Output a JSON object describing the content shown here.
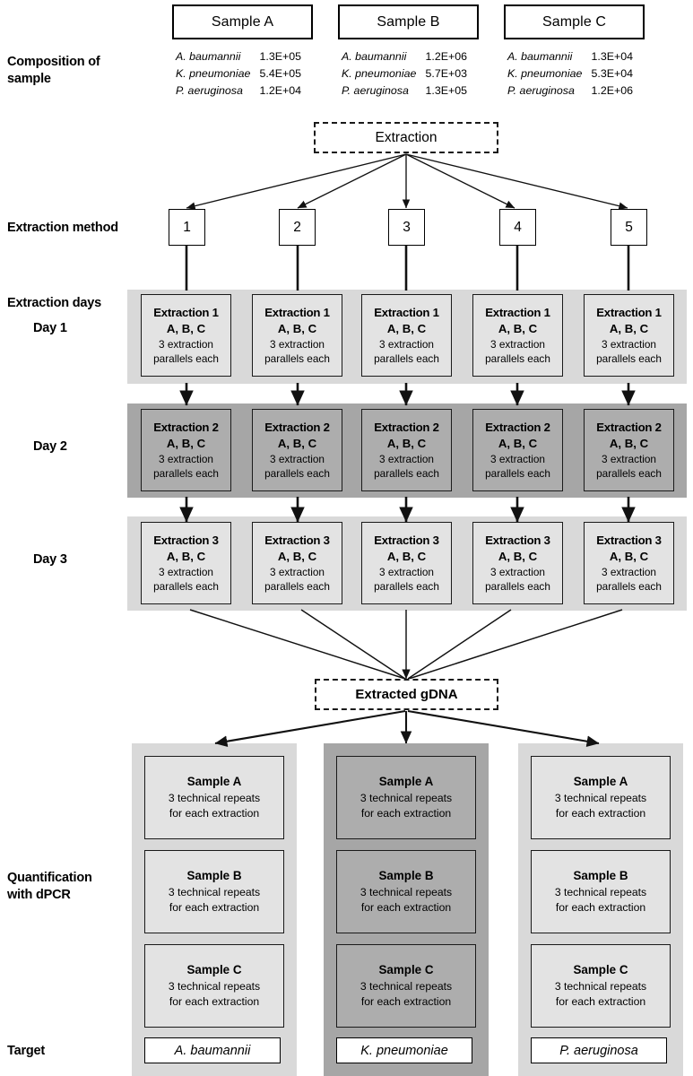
{
  "labels": {
    "composition": "Composition of\nsample",
    "composition_l1": "Composition of",
    "composition_l2": "sample",
    "extraction_method": "Extraction method",
    "extraction_days": "Extraction days",
    "day1": "Day 1",
    "day2": "Day 2",
    "day3": "Day 3",
    "quantification_l1": "Quantification",
    "quantification_l2": "with dPCR",
    "target": "Target"
  },
  "samples": [
    {
      "title": "Sample A",
      "composition": [
        {
          "species": "A. baumannii",
          "value": "1.3E+05"
        },
        {
          "species": "K. pneumoniae",
          "value": "5.4E+05"
        },
        {
          "species": "P. aeruginosa",
          "value": "1.2E+04"
        }
      ]
    },
    {
      "title": "Sample B",
      "composition": [
        {
          "species": "A. baumannii",
          "value": "1.2E+06"
        },
        {
          "species": "K. pneumoniae",
          "value": "5.7E+03"
        },
        {
          "species": "P. aeruginosa",
          "value": "1.3E+05"
        }
      ]
    },
    {
      "title": "Sample C",
      "composition": [
        {
          "species": "A. baumannii",
          "value": "1.3E+04"
        },
        {
          "species": "K. pneumoniae",
          "value": "5.3E+04"
        },
        {
          "species": "P. aeruginosa",
          "value": "1.2E+06"
        }
      ]
    }
  ],
  "process": {
    "extraction": "Extraction",
    "extracted_gdna": "Extracted gDNA"
  },
  "methods": [
    {
      "number": "1"
    },
    {
      "number": "2"
    },
    {
      "number": "3"
    },
    {
      "number": "4"
    },
    {
      "number": "5"
    }
  ],
  "extraction_days": [
    {
      "day": "Day 1",
      "shade": "light",
      "cards": [
        {
          "title": "Extraction 1",
          "samples": "A, B, C",
          "detail_l1": "3 extraction",
          "detail_l2": "parallels each"
        },
        {
          "title": "Extraction 1",
          "samples": "A, B, C",
          "detail_l1": "3 extraction",
          "detail_l2": "parallels each"
        },
        {
          "title": "Extraction 1",
          "samples": "A, B, C",
          "detail_l1": "3 extraction",
          "detail_l2": "parallels each"
        },
        {
          "title": "Extraction 1",
          "samples": "A, B, C",
          "detail_l1": "3 extraction",
          "detail_l2": "parallels each"
        },
        {
          "title": "Extraction 1",
          "samples": "A, B, C",
          "detail_l1": "3 extraction",
          "detail_l2": "parallels each"
        }
      ]
    },
    {
      "day": "Day 2",
      "shade": "dark",
      "cards": [
        {
          "title": "Extraction 2",
          "samples": "A, B, C",
          "detail_l1": "3 extraction",
          "detail_l2": "parallels each"
        },
        {
          "title": "Extraction 2",
          "samples": "A, B, C",
          "detail_l1": "3 extraction",
          "detail_l2": "parallels each"
        },
        {
          "title": "Extraction 2",
          "samples": "A, B, C",
          "detail_l1": "3 extraction",
          "detail_l2": "parallels each"
        },
        {
          "title": "Extraction 2",
          "samples": "A, B, C",
          "detail_l1": "3 extraction",
          "detail_l2": "parallels each"
        },
        {
          "title": "Extraction 2",
          "samples": "A, B, C",
          "detail_l1": "3 extraction",
          "detail_l2": "parallels each"
        }
      ]
    },
    {
      "day": "Day 3",
      "shade": "light",
      "cards": [
        {
          "title": "Extraction 3",
          "samples": "A, B, C",
          "detail_l1": "3 extraction",
          "detail_l2": "parallels each"
        },
        {
          "title": "Extraction 3",
          "samples": "A, B, C",
          "detail_l1": "3 extraction",
          "detail_l2": "parallels each"
        },
        {
          "title": "Extraction 3",
          "samples": "A, B, C",
          "detail_l1": "3 extraction",
          "detail_l2": "parallels each"
        },
        {
          "title": "Extraction 3",
          "samples": "A, B, C",
          "detail_l1": "3 extraction",
          "detail_l2": "parallels each"
        },
        {
          "title": "Extraction 3",
          "samples": "A, B, C",
          "detail_l1": "3 extraction",
          "detail_l2": "parallels each"
        }
      ]
    }
  ],
  "quantification": [
    {
      "shade": "light",
      "target": "A. baumannii",
      "cards": [
        {
          "title": "Sample A",
          "detail_l1": "3 technical repeats",
          "detail_l2": "for each extraction"
        },
        {
          "title": "Sample B",
          "detail_l1": "3 technical repeats",
          "detail_l2": "for each extraction"
        },
        {
          "title": "Sample C",
          "detail_l1": "3 technical repeats",
          "detail_l2": "for each extraction"
        }
      ]
    },
    {
      "shade": "dark",
      "target": "K. pneumoniae",
      "cards": [
        {
          "title": "Sample A",
          "detail_l1": "3 technical repeats",
          "detail_l2": "for each extraction"
        },
        {
          "title": "Sample B",
          "detail_l1": "3 technical repeats",
          "detail_l2": "for each extraction"
        },
        {
          "title": "Sample C",
          "detail_l1": "3 technical repeats",
          "detail_l2": "for each extraction"
        }
      ]
    },
    {
      "shade": "light",
      "target": "P. aeruginosa",
      "cards": [
        {
          "title": "Sample A",
          "detail_l1": "3 technical repeats",
          "detail_l2": "for each extraction"
        },
        {
          "title": "Sample B",
          "detail_l1": "3 technical repeats",
          "detail_l2": "for each extraction"
        },
        {
          "title": "Sample C",
          "detail_l1": "3 technical repeats",
          "detail_l2": "for each extraction"
        }
      ]
    }
  ],
  "colors": {
    "band_light": "#d9d9d9",
    "band_dark": "#a6a6a6",
    "card_light": "#e3e3e3",
    "card_dark": "#adadad",
    "stroke": "#1a1a1a",
    "background": "#ffffff"
  }
}
